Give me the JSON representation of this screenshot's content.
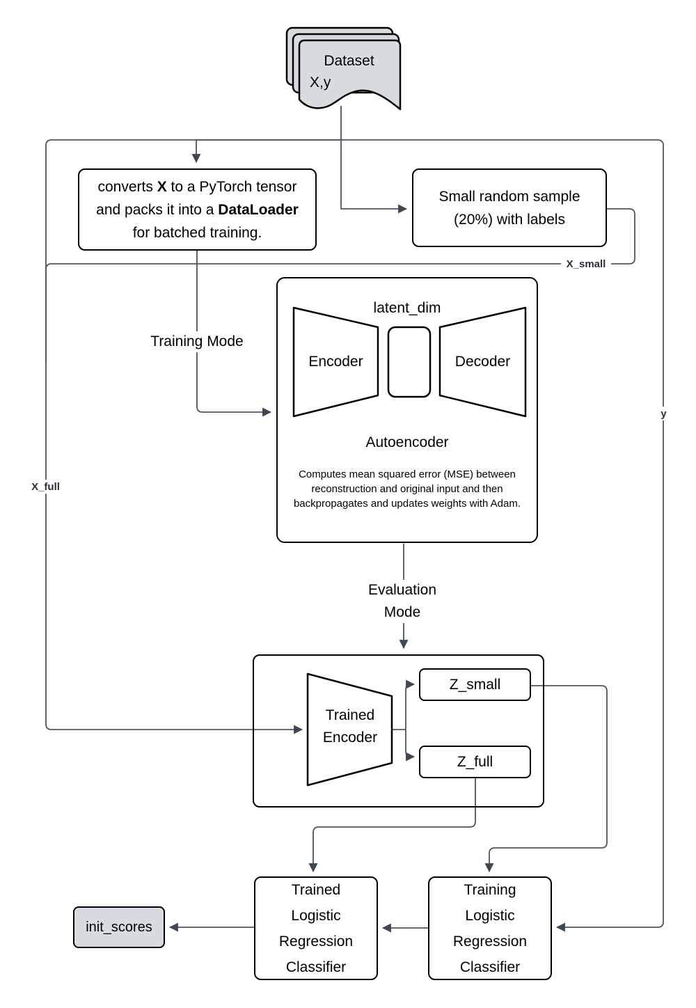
{
  "dataset": {
    "title": "Dataset",
    "label": "X,y"
  },
  "converts": {
    "l1a": "converts ",
    "l1b": "X",
    "l1c": " to a PyTorch tensor",
    "l2a": "and packs it into a ",
    "l2b": "DataLoader",
    "l3": "for batched training."
  },
  "sample": {
    "line1": "Small random sample",
    "line2": "(20%) with labels"
  },
  "edge_labels": {
    "x_small": "X_small",
    "x_full": "X_full",
    "y": "y",
    "training_mode": "Training Mode",
    "evaluation_mode": "Evaluation Mode"
  },
  "autoencoder": {
    "latent_dim": "latent_dim",
    "encoder": "Encoder",
    "decoder": "Decoder",
    "title": "Autoencoder",
    "description": "Computes mean squared error (MSE) between reconstruction and original input and then backpropagates and updates weights with Adam."
  },
  "evaluation": {
    "trained_encoder": "Trained Encoder",
    "z_small": "Z_small",
    "z_full": "Z_full"
  },
  "classifiers": {
    "trained": [
      "Trained",
      "Logistic",
      "Regression",
      "Classifier"
    ],
    "training": [
      "Training",
      "Logistic",
      "Regression",
      "Classifier"
    ]
  },
  "init_scores": "init_scores",
  "colors": {
    "edge": "#4d5560",
    "arrowhead": "#3e4753",
    "node_border": "#000000",
    "node_fill": "#ffffff",
    "gray_fill": "#d8dbe0"
  }
}
